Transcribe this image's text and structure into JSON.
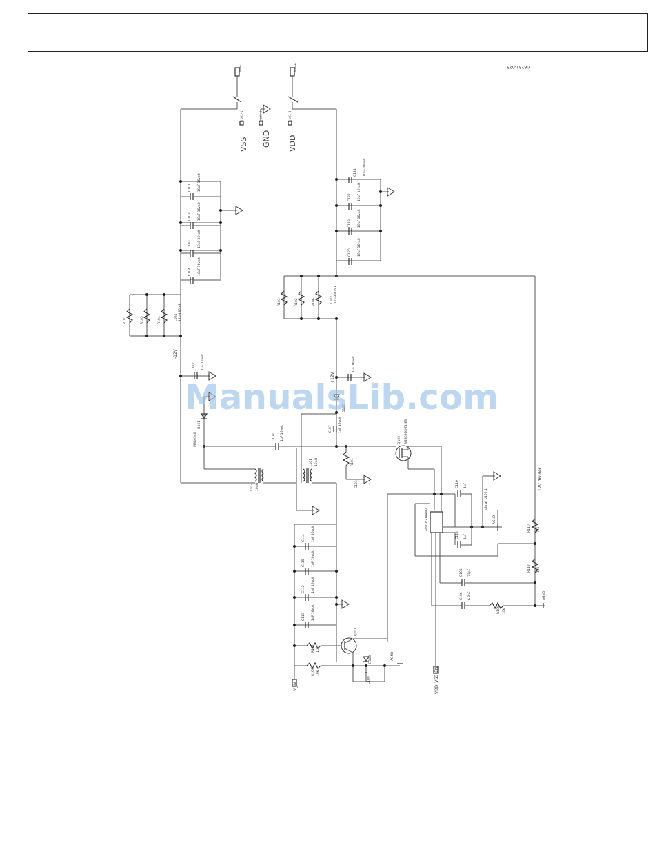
{
  "figure_id": "06231-023",
  "watermark": "ManualsLib.com",
  "rails": {
    "vss": "VSS",
    "gnd": "GND",
    "vdd": "VDD",
    "neg12": "-12V",
    "pos12": "+12V",
    "divider": "12V divider",
    "agnd": "AGND"
  },
  "inputs": {
    "v_in": "V_IN",
    "vdd_vss_en": "VDD_VSS_EN",
    "join": "Join at U102.4"
  },
  "connectors": {
    "vss_conn": "J101-1",
    "gnd_conn": "J101-2",
    "vdd_conn": "J101-3",
    "amp_minus": "AMP-",
    "amp_plus": "AMP+"
  },
  "parts": {
    "c101": "C101",
    "c102": "C102",
    "c103": "C103",
    "c104": "C104",
    "c105": "C105",
    "c106": "C106",
    "c107": "C107",
    "c108": "C108",
    "c109": "C109",
    "c110": "C110",
    "c111": "C111",
    "c112": "C112",
    "c113": "C113",
    "c114": "C114",
    "c115": "C115",
    "c116": "C116",
    "c117": "C117",
    "c118": "C118",
    "c119": "C119",
    "c120": "C120",
    "c121": "C121",
    "c122": "C122",
    "c123": "C123",
    "r101": "R101",
    "r102": "R102",
    "r103": "R103",
    "r104": "R104",
    "r105": "R105",
    "r106": "R106",
    "r107": "R107",
    "r108": "R108",
    "r109": "R109",
    "r110": "R110",
    "r111": "R111",
    "r112": "R112",
    "l101": "L101",
    "l102": "L102",
    "l103": "L103",
    "l104": "L104",
    "d101": "D101",
    "d102": "D102",
    "d103": "D103",
    "q101": "Q101",
    "q102": "Q102",
    "u102": "ADP1621ARMZ",
    "q102_part": "SI2309DS-T1-E3"
  },
  "values": {
    "cap_10uf": "10uF 16volt",
    "cap_1uf": "1uF 16volt",
    "cap_1uf_plain": "1uF",
    "cap_ind": "10uH",
    "res_1k": "1k0",
    "res_2k2": "2k2",
    "res_10k": "10k",
    "res_7k5": "7k5",
    "diode": "MBR0540",
    "inductor": "12uH 80mR",
    "cap_33p": "33pF",
    "cap_6n8": "6.8nF"
  }
}
